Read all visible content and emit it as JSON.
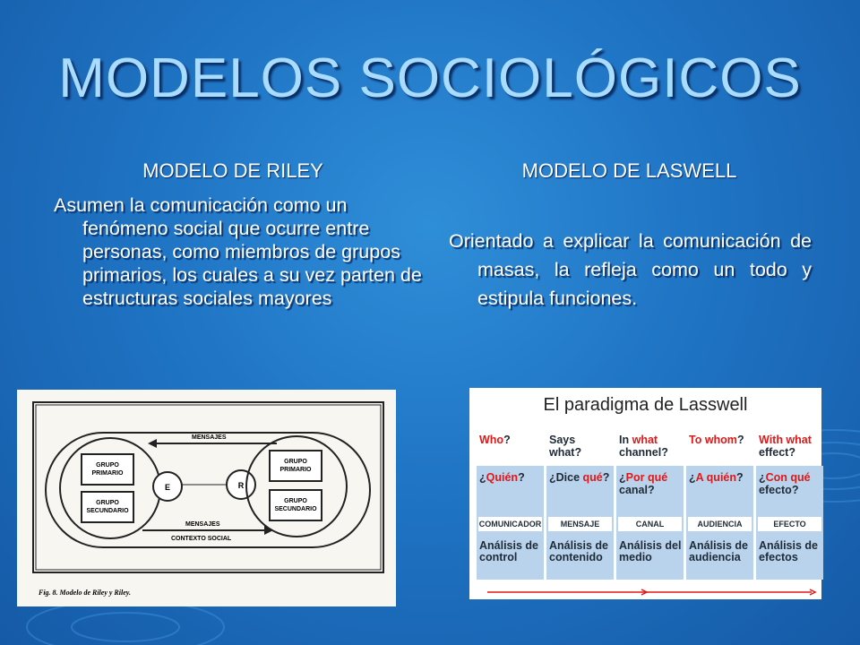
{
  "slide": {
    "title": "MODELOS SOCIOLÓGICOS",
    "left": {
      "heading": "MODELO DE RILEY",
      "text": "Asumen la comunicación como un fenómeno social que ocurre entre personas, como miembros de grupos primarios, los cuales a su vez parten de estructuras sociales mayores"
    },
    "right": {
      "heading": "MODELO DE LASWELL",
      "text": "Orientado a explicar la comunicación de masas, la refleja como un todo y estipula funciones."
    }
  },
  "riley_diagram": {
    "mensajes_top": "MENSAJES",
    "mensajes_bottom": "MENSAJES",
    "contexto": "CONTEXTO SOCIAL",
    "grupo_primario_left_1": "GRUPO",
    "grupo_primario_left_2": "PRIMARIO",
    "grupo_secundario_left_1": "GRUPO",
    "grupo_secundario_left_2": "SECUNDARIO",
    "grupo_primario_right_1": "GRUPO",
    "grupo_primario_right_2": "PRIMARIO",
    "grupo_secundario_right_1": "GRUPO",
    "grupo_secundario_right_2": "SECUNDARIO",
    "emisor": "E",
    "receptor": "R",
    "caption": "Fig. 8. Modelo de Riley y Riley."
  },
  "lasswell_diagram": {
    "title": "El paradigma de Lasswell",
    "columns": [
      {
        "en_pre": "",
        "en_red": "Who",
        "en_post": "?",
        "en2": "",
        "es_pre": "¿",
        "es_red": "Quién",
        "es_post": "?",
        "es2": "",
        "label": "COMUNICADOR",
        "analysis1": "Análisis de",
        "analysis2": "control"
      },
      {
        "en_pre": "Says",
        "en_red": "",
        "en_post": "",
        "en2": "what?",
        "es_pre": "¿Dice ",
        "es_red": "qué",
        "es_post": "?",
        "es2": "",
        "label": "MENSAJE",
        "analysis1": "Análisis de",
        "analysis2": "contenido"
      },
      {
        "en_pre": "In ",
        "en_red": "what",
        "en_post": "",
        "en2": "channel?",
        "es_pre": "¿",
        "es_red": "Por qué",
        "es_post": "",
        "es2": "canal?",
        "label": "CANAL",
        "analysis1": "Análisis del",
        "analysis2": "medio"
      },
      {
        "en_pre": "",
        "en_red": "To whom",
        "en_post": "?",
        "en2": "",
        "es_pre": "¿",
        "es_red": "A quién",
        "es_post": "?",
        "es2": "",
        "label": "AUDIENCIA",
        "analysis1": "Análisis de",
        "analysis2": "audiencia"
      },
      {
        "en_pre": "",
        "en_red": "With what",
        "en_post": "",
        "en2": "effect?",
        "es_pre": "¿",
        "es_red": "Con qué",
        "es_post": "",
        "es2": "efecto?",
        "label": "EFECTO",
        "analysis1": "Análisis de",
        "analysis2": "efectos"
      }
    ]
  },
  "colors": {
    "background": "#1f74c4",
    "title": "#a9dcff",
    "text": "#ffffff",
    "lasswell_red": "#e01818",
    "lasswell_panel": "#b9d3ec"
  }
}
